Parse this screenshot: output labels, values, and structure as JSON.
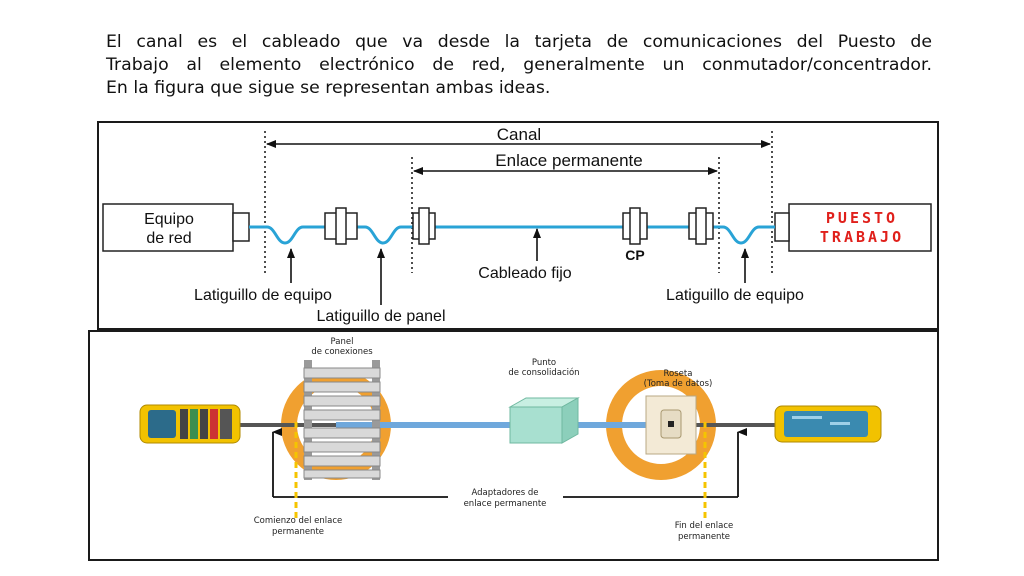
{
  "intro": {
    "lines": [
      "El canal es el cableado que va desde la tarjeta de comunicaciones del Puesto de",
      "Trabajo al elemento electrónico de red, generalmente un conmutador/concentrador.",
      "En la figura que sigue se representan ambas ideas."
    ]
  },
  "figure1": {
    "canal": "Canal",
    "enlace_permanente": "Enlace permanente",
    "equipo_de_red": [
      "Equipo",
      "de red"
    ],
    "puesto_trabajo": [
      "PUESTO",
      "TRABAJO"
    ],
    "cp": "CP",
    "cableado_fijo": "Cableado fijo",
    "latiguillo_equipo_left": "Latiguillo de equipo",
    "latiguillo_panel": "Latiguillo de panel",
    "latiguillo_equipo_right": "Latiguillo de equipo",
    "colors": {
      "cable": "#29a3d6",
      "puesto_text": "#e0201b",
      "arrow": "#111111"
    }
  },
  "figure2": {
    "panel": [
      "Panel",
      "de conexiones"
    ],
    "punto": [
      "Punto",
      "de consolidación"
    ],
    "roseta": [
      "Roseta",
      "(Toma de datos)"
    ],
    "adaptadores": [
      "Adaptadores de",
      "enlace permanente"
    ],
    "comienzo": [
      "Comienzo del enlace",
      "permanente"
    ],
    "fin": [
      "Fin del enlace",
      "permanente"
    ],
    "colors": {
      "ring": "#f0a030",
      "cable": "#6fa8dc",
      "dashed": "#f5c400",
      "consolidation": "#a8e0d0",
      "tester": "#f2c200"
    }
  }
}
